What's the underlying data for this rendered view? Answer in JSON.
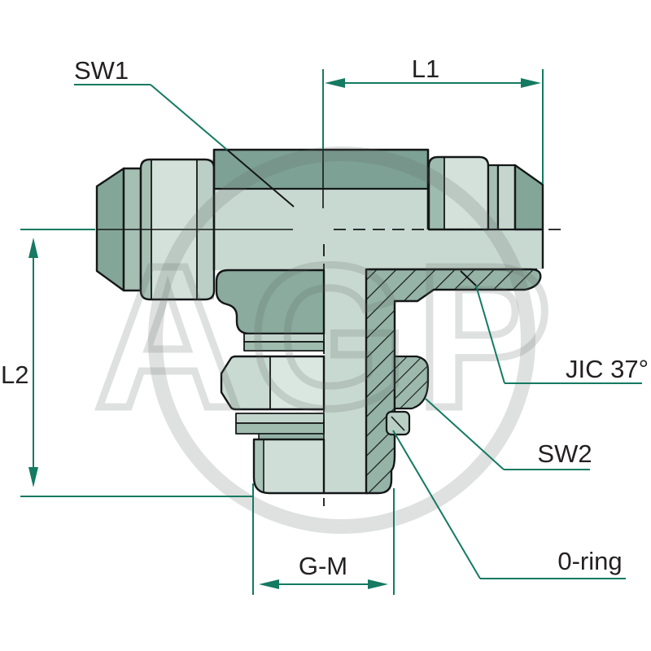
{
  "drawing": {
    "watermark_text": "AGP",
    "labels": {
      "sw1": "SW1",
      "l1": "L1",
      "l2": "L2",
      "jic37": "JIC 37°",
      "sw2": "SW2",
      "oring": "0-ring",
      "gm": "G-M"
    },
    "colors": {
      "dimension_teal": "#147a62",
      "outline": "#141718",
      "label_text": "#242021",
      "body_light": "#c8d9d1",
      "body_bright": "#d3e1da",
      "body_mid": "#a5bfb3",
      "body_dark": "#83a698",
      "top_band_dark": "#7da194",
      "hatch_fill": "#95b3a7",
      "watermark_gray": "#d9dcdb"
    }
  }
}
